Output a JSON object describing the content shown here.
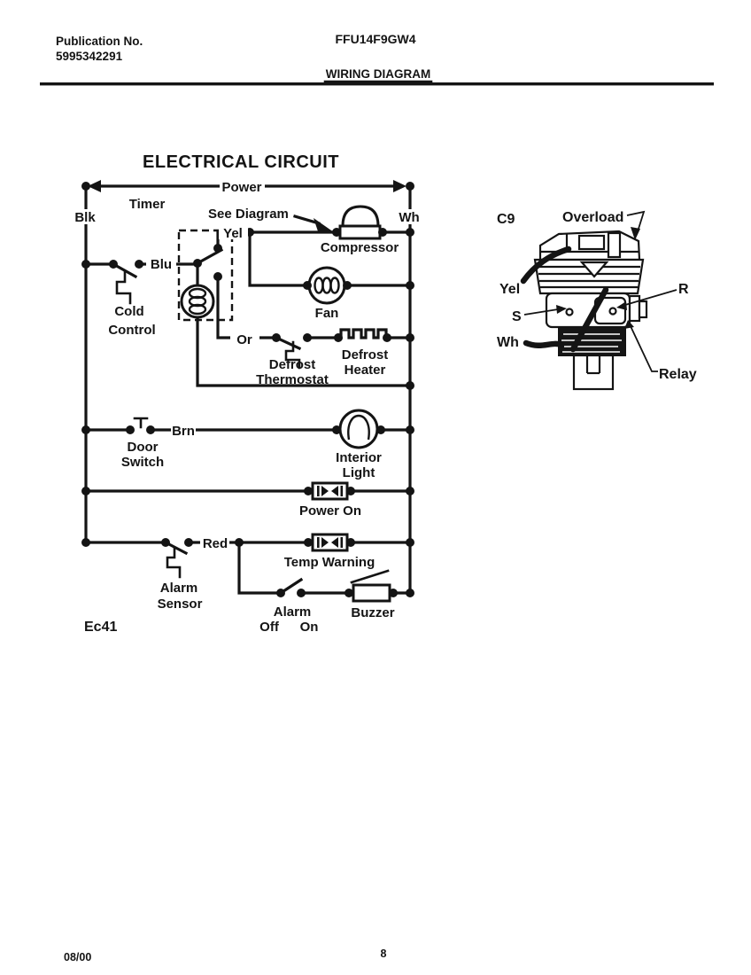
{
  "page": {
    "header": {
      "publication_label": "Publication No.",
      "publication_number": "5995342291",
      "model_number": "FFU14F9GW4",
      "section_title": "WIRING DIAGRAM"
    },
    "footer": {
      "date_code": "08/00",
      "page_number": "8"
    }
  },
  "circuit": {
    "title": "ELECTRICAL CIRCUIT",
    "diagram_code": "Ec41",
    "bus": {
      "power": "Power",
      "left_wire": "Blk",
      "right_wire": "Wh"
    },
    "labels": {
      "timer": "Timer",
      "see_diagram": "See Diagram",
      "yel": "Yel",
      "compressor": "Compressor",
      "blu": "Blu",
      "cold_line1": "Cold",
      "cold_line2": "Control",
      "fan": "Fan",
      "or": "Or",
      "defrost_thermostat_line1": "Defrost",
      "defrost_thermostat_line2": "Thermostat",
      "defrost_heater_line1": "Defrost",
      "defrost_heater_line2": "Heater",
      "door_line1": "Door",
      "door_line2": "Switch",
      "brn": "Brn",
      "interior_line1": "Interior",
      "interior_line2": "Light",
      "power_on": "Power On",
      "red": "Red",
      "temp_warning": "Temp Warning",
      "alarm_sensor_line1": "Alarm",
      "alarm_sensor_line2": "Sensor",
      "alarm_switch": "Alarm",
      "alarm_off": "Off",
      "alarm_on": "On",
      "buzzer": "Buzzer"
    }
  },
  "relay_detail": {
    "ref": "C9",
    "labels": {
      "overload": "Overload",
      "yel": "Yel",
      "s": "S",
      "r": "R",
      "wh": "Wh",
      "relay": "Relay"
    }
  },
  "colors": {
    "ink": "#141414",
    "paper": "#ffffff"
  }
}
